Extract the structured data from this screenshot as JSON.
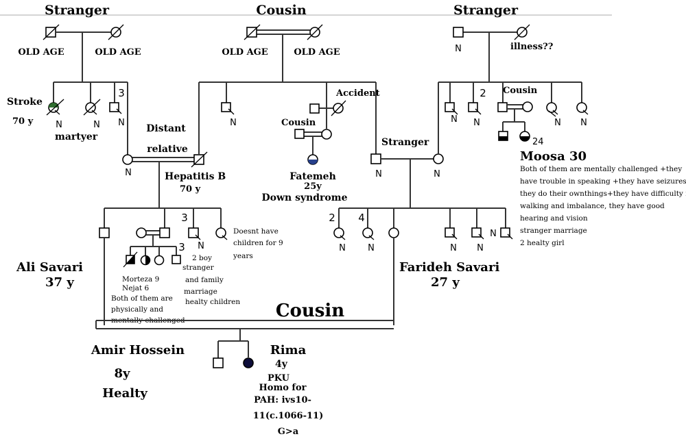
{
  "headers": {
    "left": "Stranger",
    "middle": "Cousin",
    "right": "Stranger"
  },
  "gen1": {
    "old_age_1": "OLD AGE",
    "old_age_2": "OLD AGE",
    "old_age_3": "OLD AGE",
    "old_age_4": "OLD AGE",
    "n_right_father": "N",
    "illness": "illness??"
  },
  "gen2_left": {
    "stroke": "Stroke",
    "stroke_age": "70 y",
    "n1": "N",
    "martyr": "martyer",
    "n2": "N",
    "count3": "3",
    "distant_relative_1": "Distant",
    "distant_relative_2": "relative",
    "mother_n": "N",
    "hepatitis": "Hepatitis B",
    "hepatitis_age": "70 y"
  },
  "gen2_middle": {
    "n_son": "N",
    "accident": "Accident",
    "cousin": "Cousin",
    "fatemeh": "Fatemeh",
    "fatemeh_age": "25y",
    "down_syndrome": "Down syndrome",
    "stranger": "Stranger",
    "n_father": "N",
    "n_mother": "N"
  },
  "gen2_right": {
    "count2": "2",
    "cousin": "Cousin",
    "n1": "N",
    "n2": "N",
    "n3": "N",
    "n4": "N",
    "moosa_count": "24",
    "moosa": "Moosa 30",
    "moosa_notes": [
      "Both of them are mentally challenged +they",
      "have trouble in speaking +they have seizures,",
      "they do their ownthings+they have difficulty in",
      "walking and imbalance, they have good",
      "hearing and vision",
      "stranger marriage",
      "2 healty girl"
    ]
  },
  "gen3_left": {
    "ali_savari": "Ali Savari",
    "ali_age": "37 y",
    "count3a": "3",
    "count3b": "3",
    "n_son": "N",
    "morteza": "Morteza  9",
    "nejat": "Nejat      6",
    "challenged": [
      "Both of them are",
      "physically and",
      "mentally challenged"
    ],
    "boy_stranger": [
      "2 boy",
      "stranger",
      "and family",
      "marriage",
      "healty children"
    ],
    "no_children": [
      "Doesnt have",
      "children for 9",
      "years"
    ]
  },
  "gen3_right": {
    "count2": "2",
    "count4": "4",
    "n1": "N",
    "n2": "N",
    "n3": "N",
    "n4": "N",
    "n5": "N",
    "farideh": "Farideh Savari",
    "farideh_age": "27 y"
  },
  "gen4": {
    "cousin": "Cousin",
    "amir": "Amir Hossein",
    "amir_age": "8y",
    "amir_status": "Healty",
    "rima": "Rima",
    "rima_age": "4y",
    "pku": "PKU",
    "homo": [
      "Homo for",
      "PAH: ivs10-",
      "11(c.1066-11)",
      "G>a"
    ]
  },
  "colors": {
    "line": "#333333",
    "affected": "#0d0d3a",
    "carrier_green": "#2f6e2f",
    "carrier_blue": "#27408b"
  }
}
